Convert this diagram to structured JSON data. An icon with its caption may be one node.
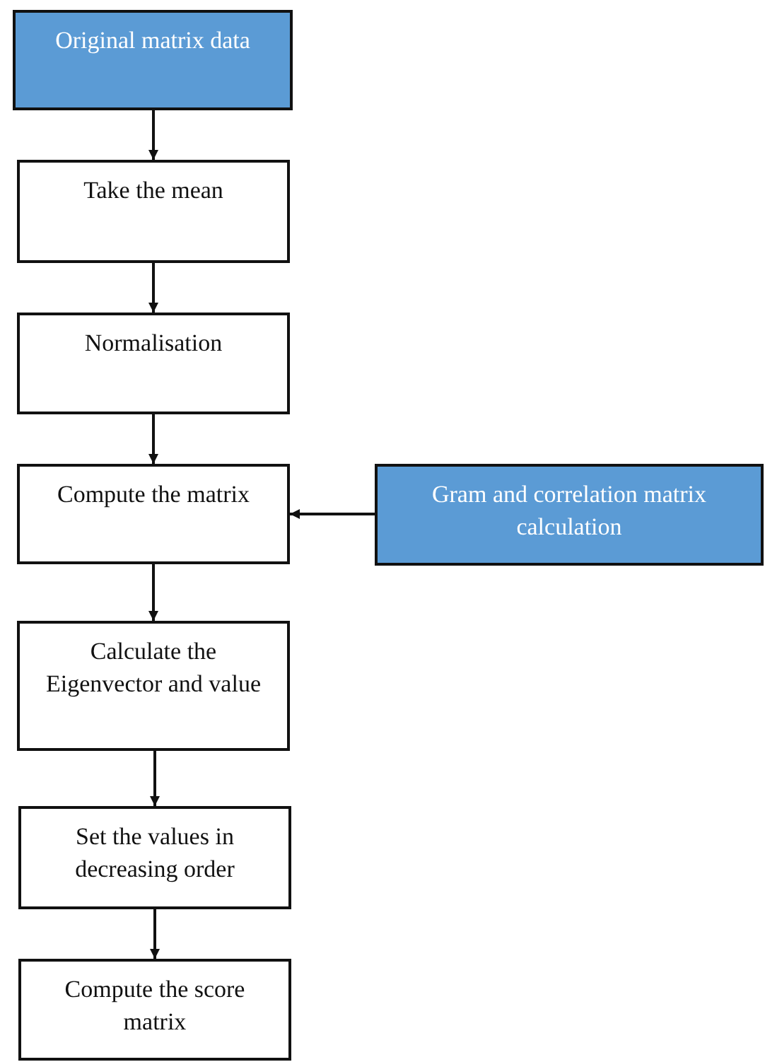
{
  "diagram": {
    "nodes": [
      {
        "text": [
          "Original matrix data"
        ]
      },
      {
        "text": [
          "Take the mean"
        ]
      },
      {
        "text": [
          "Normalisation"
        ]
      },
      {
        "text": [
          "Compute the matrix"
        ]
      },
      {
        "text": [
          "Gram and correlation matrix calculation"
        ]
      },
      {
        "text": [
          "Calculate the Eigenvector and value"
        ]
      },
      {
        "text": [
          "Set the values in decreasing order"
        ]
      },
      {
        "text": [
          "Compute the score matrix"
        ]
      }
    ],
    "edges": [
      {
        "from": 0,
        "to": 1,
        "arrow": "to"
      },
      {
        "from": 1,
        "to": 2,
        "arrow": "to"
      },
      {
        "from": 2,
        "to": 3,
        "arrow": "to"
      },
      {
        "from": 4,
        "to": 3,
        "arrow": "to"
      },
      {
        "from": 3,
        "to": 5,
        "arrow": "to"
      },
      {
        "from": 5,
        "to": 6,
        "arrow": "to"
      },
      {
        "from": 6,
        "to": 7,
        "arrow": "to"
      }
    ]
  }
}
